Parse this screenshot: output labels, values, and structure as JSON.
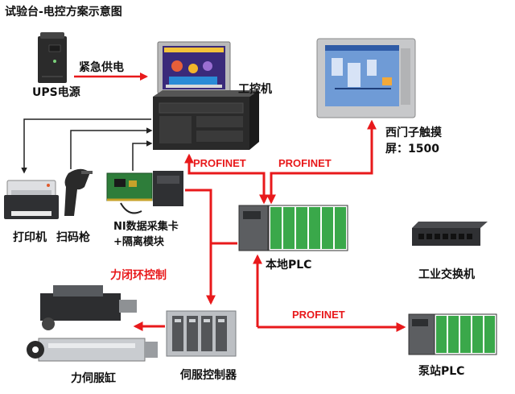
{
  "title": "试验台-电控方案示意图",
  "nodes": {
    "ups": "UPS电源",
    "ipc": "工控机",
    "hmi": "西门子触摸屏：1500",
    "printer": "打印机",
    "scanner": "扫码枪",
    "ni": "NI数据采集卡+隔离模块",
    "local_plc": "本地PLC",
    "switch": "工业交换机",
    "servo_ctrl": "伺服控制器",
    "cylinder": "力伺服缸",
    "pump_plc": "泵站PLC"
  },
  "edges": {
    "emergency_power": "紧急供电",
    "force_loop": "力闭环控制",
    "profinet_ipc": "PROFINET",
    "profinet_hmi": "PROFINET",
    "profinet_pump": "PROFINET"
  },
  "colors": {
    "accent": "#e8191b",
    "line": "#222222",
    "plc_green": "#3aa84a",
    "screen_blue": "#4a7bc4"
  }
}
